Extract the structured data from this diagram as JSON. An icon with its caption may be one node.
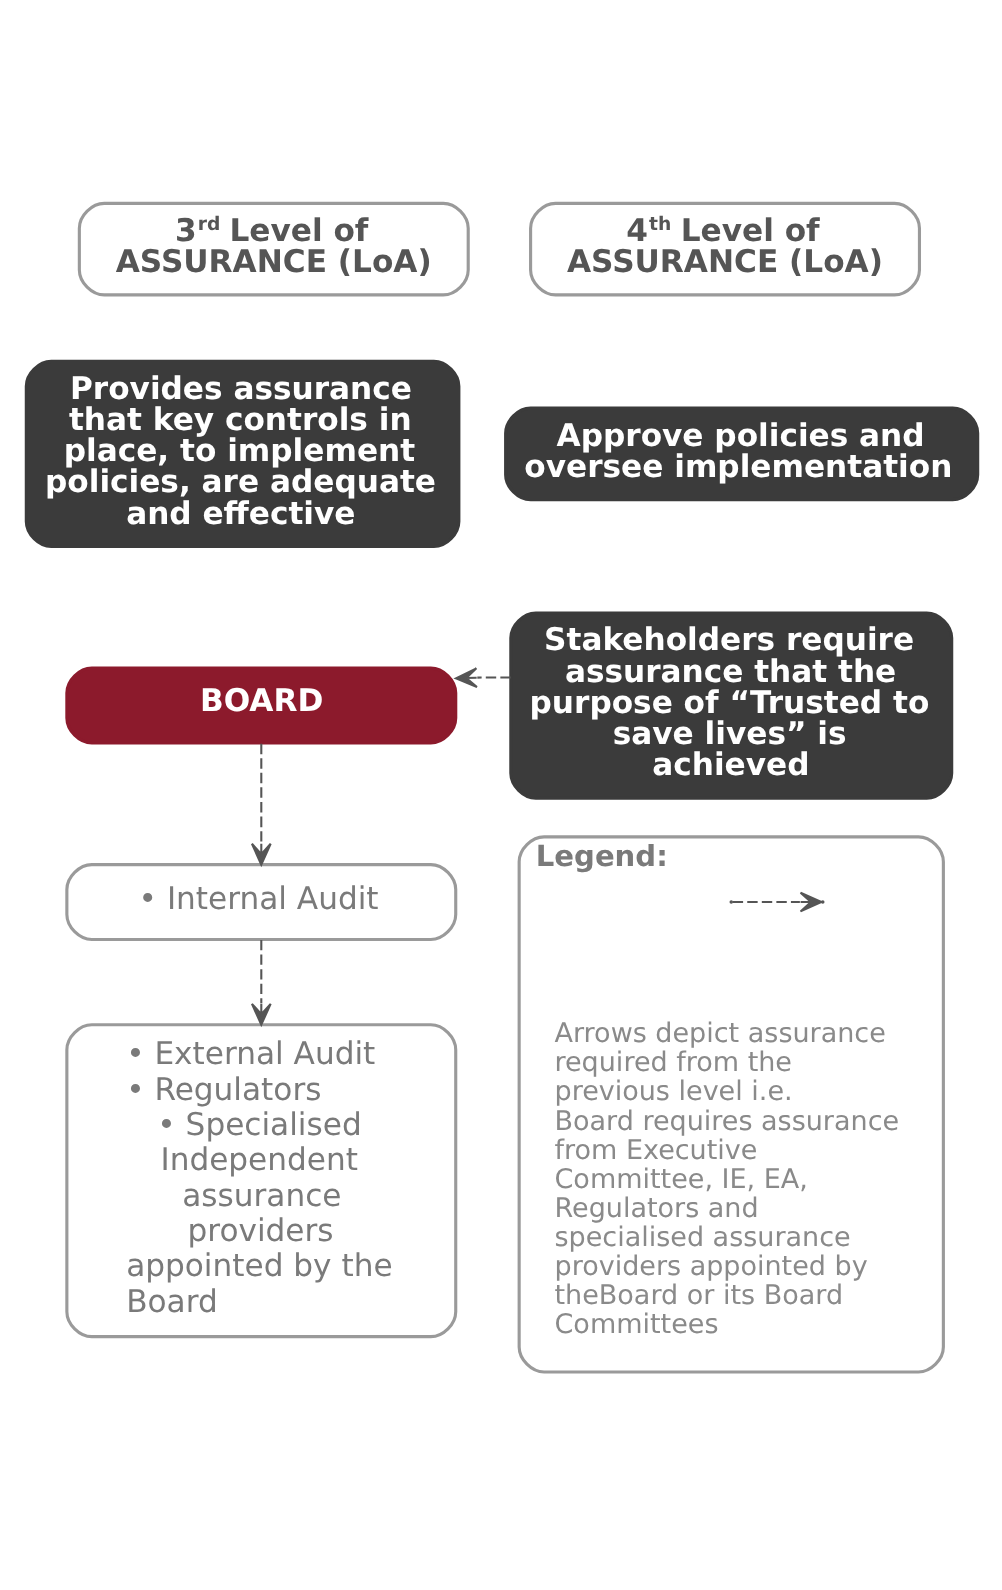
{
  "diagram": {
    "nodes": [
      {
        "text": [
          "3$^{rd}$ Level of ASSURANCE (LoA)"
        ]
      },
      {
        "text": [
          "4$^{th}$ Level of ASSURANCE (LoA)"
        ]
      },
      {
        "text": [
          "Provides assurance that key controls in place, to implement policies, are adequate and effective"
        ]
      },
      {
        "text": [
          "Approve policies and oversee implementation"
        ]
      },
      {
        "text": [
          "Stakeholders require assurance that the purpose of “Trusted to save lives” is achieved"
        ]
      },
      {
        "text": [
          "BOARD"
        ]
      },
      {
        "text": [
          "• Internal Audit"
        ]
      },
      {
        "text": [
          "• External Audit",
          "• Regulators",
          "• Specialised Independent assurance providers appointed by the Board"
        ]
      },
      {
        "text": [
          "Legend:"
        ]
      }
    ],
    "edges": [
      {
        "from": 4,
        "to": 5,
        "arrow": "to",
        "style": "dashed"
      },
      {
        "from": 5,
        "to": 6,
        "arrow": "to",
        "style": "dashed"
      },
      {
        "from": 6,
        "to": 7,
        "arrow": "to",
        "style": "dashed"
      }
    ],
    "legend": [
      {
        "text": "Arrows depict assurance required from the previous level i.e. Board requires assurance from Executive Committee, IE, EA, Regulators and specialised assurance providers appointed by theBoard or its Board Committees"
      }
    ]
  }
}
